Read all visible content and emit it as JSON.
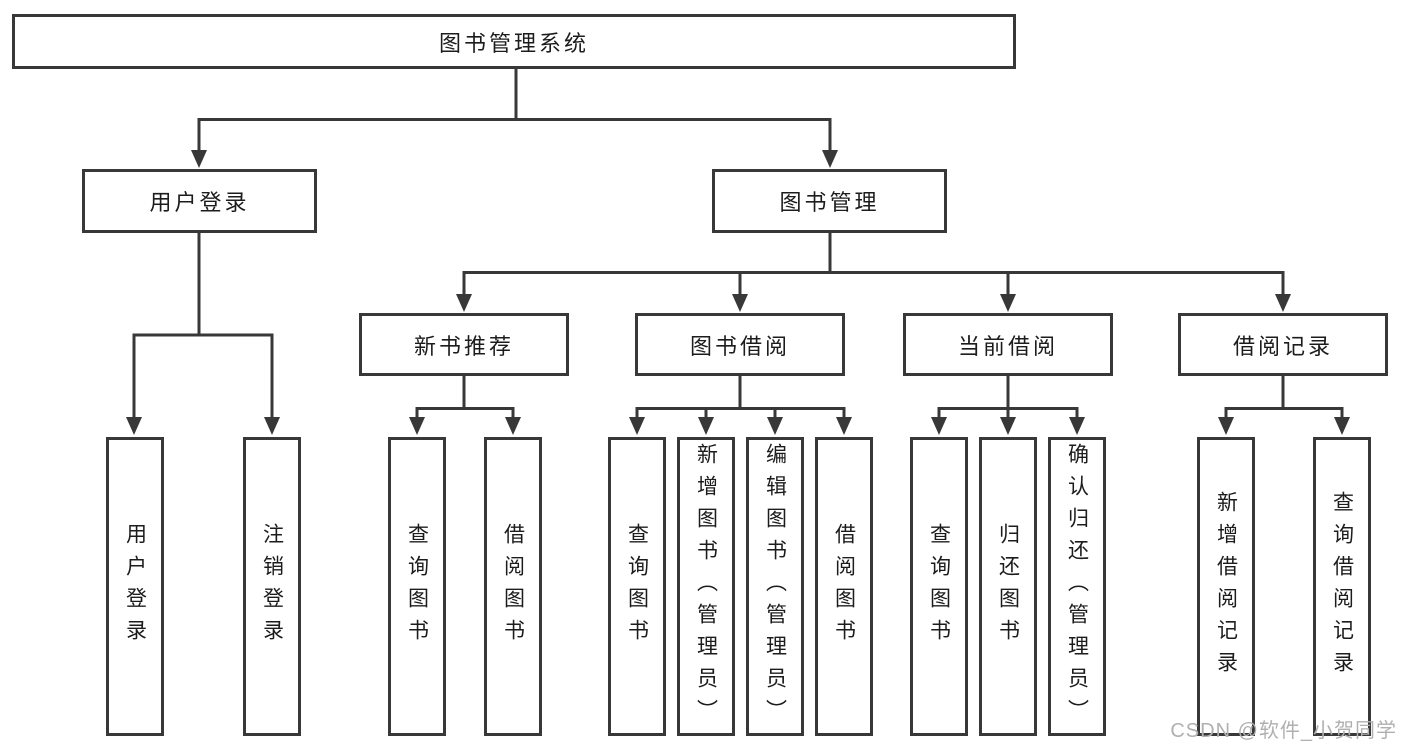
{
  "colors": {
    "line": "#383838",
    "box_border": "#383838",
    "text": "#1c1c1c",
    "background": "#ffffff",
    "watermark": "#b0b0b0"
  },
  "diagram": {
    "root": {
      "label": "图书管理系统"
    },
    "level2": [
      {
        "label": "用户登录",
        "children": [
          {
            "label": "用户登录"
          },
          {
            "label": "注销登录"
          }
        ]
      },
      {
        "label": "图书管理",
        "sections": [
          {
            "label": "新书推荐",
            "children": [
              {
                "label": "查询图书"
              },
              {
                "label": "借阅图书"
              }
            ]
          },
          {
            "label": "图书借阅",
            "children": [
              {
                "label": "查询图书"
              },
              {
                "label": "新增图书（管理员）"
              },
              {
                "label": "编辑图书（管理员）"
              },
              {
                "label": "借阅图书"
              }
            ]
          },
          {
            "label": "当前借阅",
            "children": [
              {
                "label": "查询图书"
              },
              {
                "label": "归还图书"
              },
              {
                "label": "确认归还（管理员）"
              }
            ]
          },
          {
            "label": "借阅记录",
            "children": [
              {
                "label": "新增借阅记录"
              },
              {
                "label": "查询借阅记录"
              }
            ]
          }
        ]
      }
    ]
  },
  "watermark": {
    "text": "CSDN @软件_小贺同学"
  }
}
